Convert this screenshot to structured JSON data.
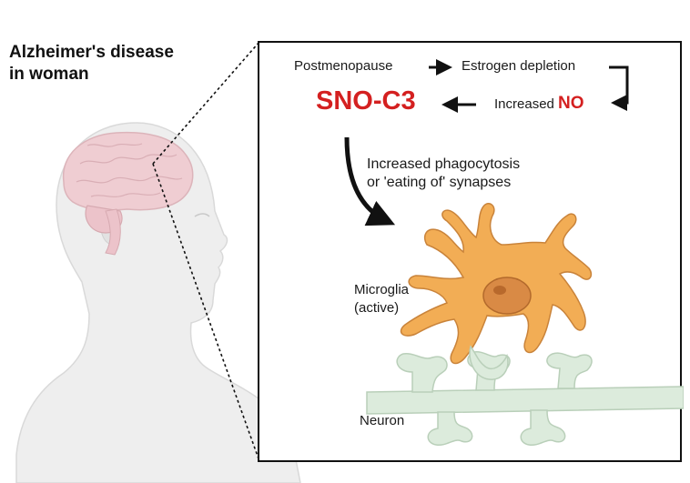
{
  "title": {
    "line1": "Alzheimer's disease",
    "line2": "in woman"
  },
  "pathway": {
    "postmenopause": "Postmenopause",
    "estrogen_depletion": "Estrogen depletion",
    "increased": "Increased",
    "no": "NO",
    "sno_c3": "SNO-C3",
    "effect_line1": "Increased phagocytosis",
    "effect_line2": "or 'eating of' synapses"
  },
  "labels": {
    "microglia_line1": "Microglia",
    "microglia_line2": "(active)",
    "neuron": "Neuron"
  },
  "colors": {
    "accent_red": "#d42020",
    "microglia_fill": "#f2ad55",
    "microglia_nucleus": "#d98a45",
    "neuron_fill": "#dcebdc",
    "brain_fill": "#efcdd2",
    "head_fill": "#eeeeee"
  }
}
